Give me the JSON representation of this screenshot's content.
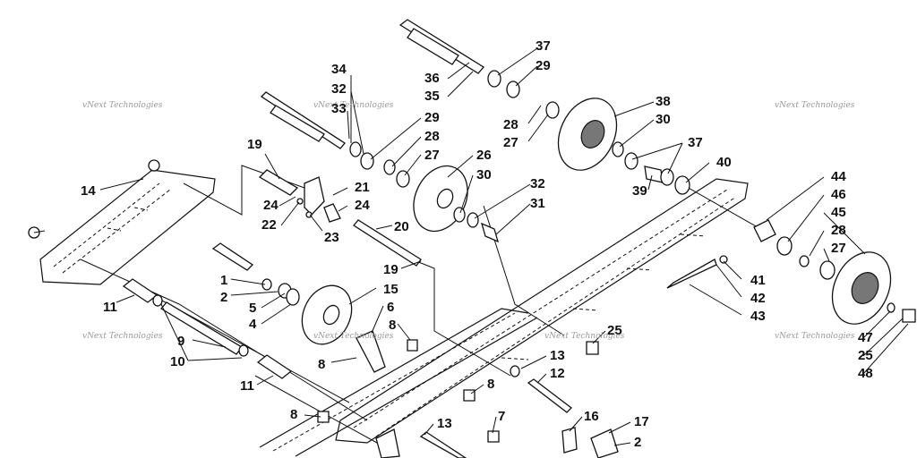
{
  "watermark": "vNext Technologies",
  "callouts": {
    "c1": "1",
    "c2": "2",
    "c2b": "2",
    "c4": "4",
    "c5": "5",
    "c6": "6",
    "c7": "7",
    "c8a": "8",
    "c8b": "8",
    "c8c": "8",
    "c8d": "8",
    "c9": "9",
    "c10": "10",
    "c11a": "11",
    "c11b": "11",
    "c12": "12",
    "c13a": "13",
    "c13b": "13",
    "c14": "14",
    "c15": "15",
    "c16": "16",
    "c17": "17",
    "c19a": "19",
    "c19b": "19",
    "c20": "20",
    "c21": "21",
    "c22": "22",
    "c23": "23",
    "c24a": "24",
    "c24b": "24",
    "c25a": "25",
    "c25b": "25",
    "c26": "26",
    "c27a": "27",
    "c27b": "27",
    "c27c": "27",
    "c28a": "28",
    "c28b": "28",
    "c28c": "28",
    "c29a": "29",
    "c29b": "29",
    "c30a": "30",
    "c30b": "30",
    "c31": "31",
    "c32a": "32",
    "c32b": "32",
    "c33": "33",
    "c34": "34",
    "c35": "35",
    "c36": "36",
    "c37a": "37",
    "c37b": "37",
    "c38": "38",
    "c39": "39",
    "c40": "40",
    "c41": "41",
    "c42": "42",
    "c43": "43",
    "c44": "44",
    "c45": "45",
    "c46": "46",
    "c47": "47",
    "c48": "48"
  }
}
